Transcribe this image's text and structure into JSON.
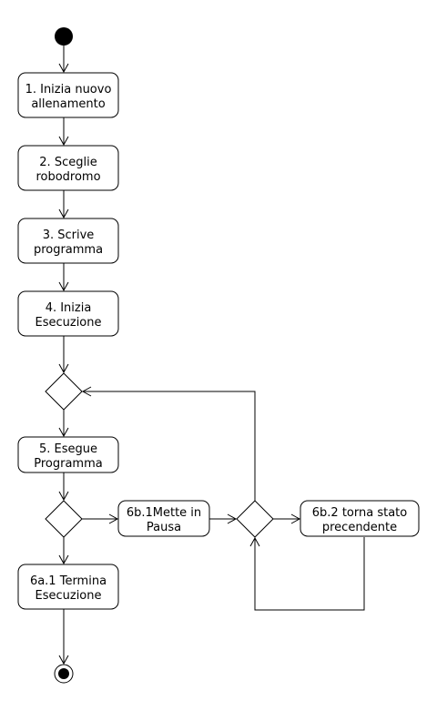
{
  "diagram": {
    "actions": [
      {
        "id": "a1",
        "lines": [
          "1. Inizia nuovo",
          "allenamento"
        ]
      },
      {
        "id": "a2",
        "lines": [
          "2. Sceglie",
          "robodromo"
        ]
      },
      {
        "id": "a3",
        "lines": [
          "3. Scrive",
          "programma"
        ]
      },
      {
        "id": "a4",
        "lines": [
          "4. Inizia",
          "Esecuzione"
        ]
      },
      {
        "id": "a5",
        "lines": [
          "5. Esegue",
          "Programma"
        ]
      },
      {
        "id": "a6b1",
        "lines": [
          "6b.1Mette in",
          "Pausa"
        ]
      },
      {
        "id": "a6b2",
        "lines": [
          "6b.2 torna stato",
          "precendente"
        ]
      },
      {
        "id": "a6a1",
        "lines": [
          "6a.1 Termina",
          "Esecuzione"
        ]
      }
    ]
  }
}
